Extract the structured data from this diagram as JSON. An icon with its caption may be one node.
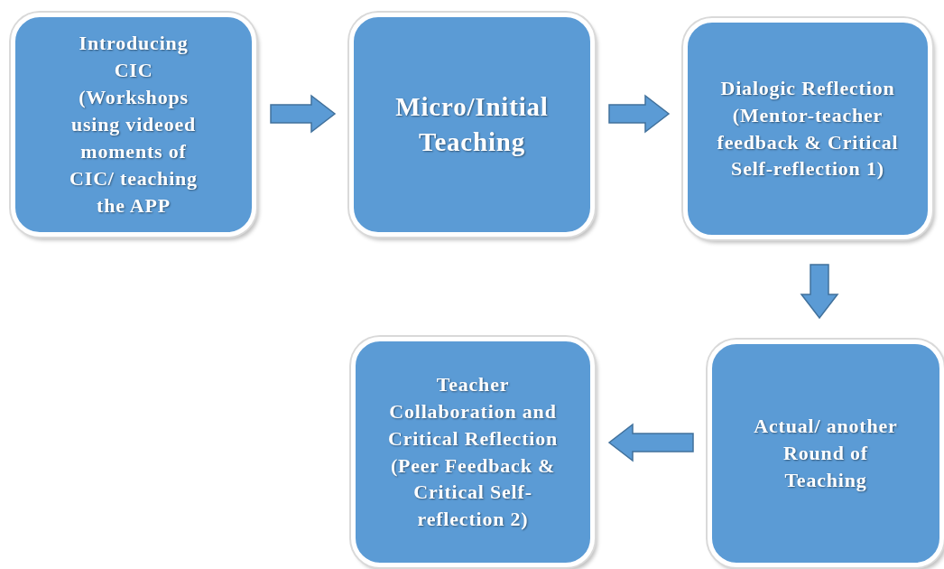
{
  "diagram": {
    "nodes": [
      {
        "text": [
          "Introducing CIC (Workshops using videoed moments of CIC/ teaching the APP"
        ]
      },
      {
        "text": [
          "Micro/Initial Teaching"
        ]
      },
      {
        "text": [
          "Dialogic Reflection (Mentor-teacher feedback & Critical Self-reflection 1)"
        ]
      },
      {
        "text": [
          "Actual/ another Round of Teaching"
        ]
      },
      {
        "text": [
          "Teacher Collaboration and Critical Reflection (Peer Feedback & Critical Self-reflection 2)"
        ]
      }
    ],
    "edges": [
      {
        "from": 0,
        "to": 1,
        "arrow": "to"
      },
      {
        "from": 1,
        "to": 2,
        "arrow": "to"
      },
      {
        "from": 2,
        "to": 3,
        "arrow": "to"
      },
      {
        "from": 3,
        "to": 4,
        "arrow": "to"
      }
    ]
  }
}
